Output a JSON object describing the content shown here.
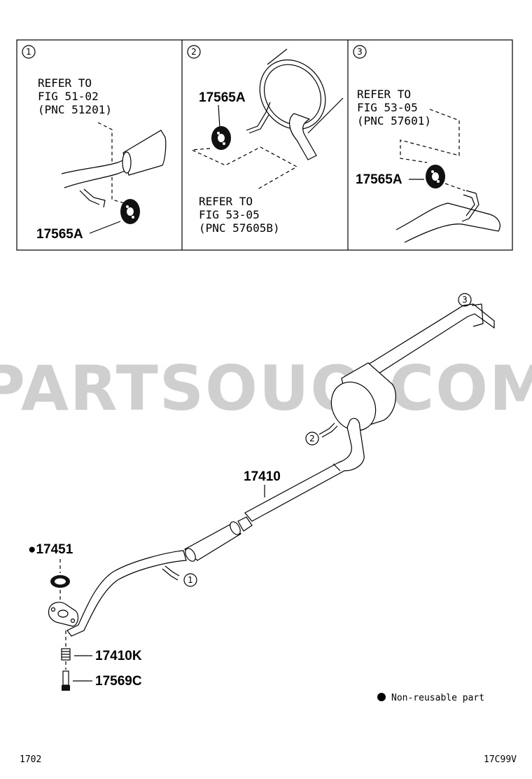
{
  "watermark": "PARTSOUQ.COM",
  "insets": [
    {
      "index": "1",
      "refer_lines": [
        "REFER TO",
        "FIG 51-02",
        "(PNC 51201)"
      ],
      "part_label": "17565A"
    },
    {
      "index": "2",
      "refer_lines": [
        "REFER TO",
        "FIG 53-05",
        "(PNC 57605B)"
      ],
      "part_label": "17565A"
    },
    {
      "index": "3",
      "refer_lines": [
        "REFER TO",
        "FIG 53-05",
        "(PNC 57601)"
      ],
      "part_label": "17565A"
    }
  ],
  "main": {
    "callouts": {
      "c1": "1",
      "c2": "2",
      "c3": "3"
    },
    "parts": {
      "p17410": "17410",
      "p17451": "●17451",
      "p17410K": "17410K",
      "p17569C": "17569C"
    }
  },
  "legend": {
    "bullet": "●",
    "text": "Non-reusable part"
  },
  "footer": {
    "left": "1702",
    "right": "17C99V"
  }
}
